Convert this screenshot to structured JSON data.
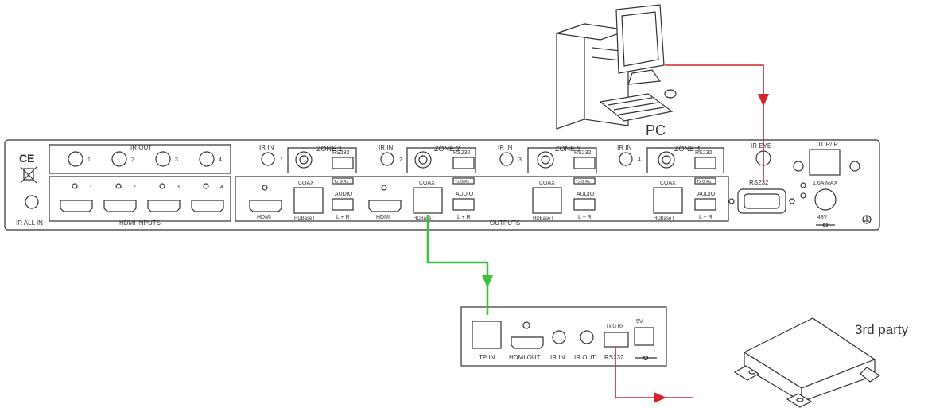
{
  "colors": {
    "rs232_link": "#d8222a",
    "hdbaset_link": "#3fbf3f",
    "outline": "#333333"
  },
  "pc": {
    "label": "PC"
  },
  "third_party": {
    "label": "3rd party"
  },
  "matrix": {
    "ce_mark": "CE",
    "ir_out": {
      "title": "IR OUT",
      "ports": [
        "1",
        "2",
        "3",
        "4"
      ]
    },
    "hdmi_inputs": {
      "title": "HDMI INPUTS",
      "ports": [
        "1",
        "2",
        "3",
        "4"
      ]
    },
    "ir_all_in": "IR ALL IN",
    "zones": [
      {
        "title": "ZONE 1",
        "ir_in": "IR IN",
        "ir_num": "1"
      },
      {
        "title": "ZONE 2",
        "ir_in": "IR IN",
        "ir_num": "2"
      },
      {
        "title": "ZONE 3",
        "ir_in": "IR IN",
        "ir_num": "3"
      },
      {
        "title": "ZONE 4",
        "ir_in": "IR IN",
        "ir_num": "4"
      }
    ],
    "zone_labels": {
      "rs232": "RS232",
      "txrx": "Tx G Rx",
      "coax": "COAX",
      "audio": "AUDIO",
      "lr": "L + R",
      "hdbaset": "HDBaseT",
      "hdmi": "HDMI"
    },
    "outputs": "OUTPUTS",
    "ir_eye": "IR EYE",
    "tcp_ip": "TCP/IP",
    "rs232": "RS232",
    "power_rating": "1.6A MAX",
    "power_voltage": "48V"
  },
  "receiver": {
    "tp_in": "TP IN",
    "hdmi_out": "HDMI OUT",
    "ir_in": "IR IN",
    "ir_out": "IR OUT",
    "rs232": "RS232",
    "txrx": "Tx G Rx",
    "power": "5V"
  }
}
